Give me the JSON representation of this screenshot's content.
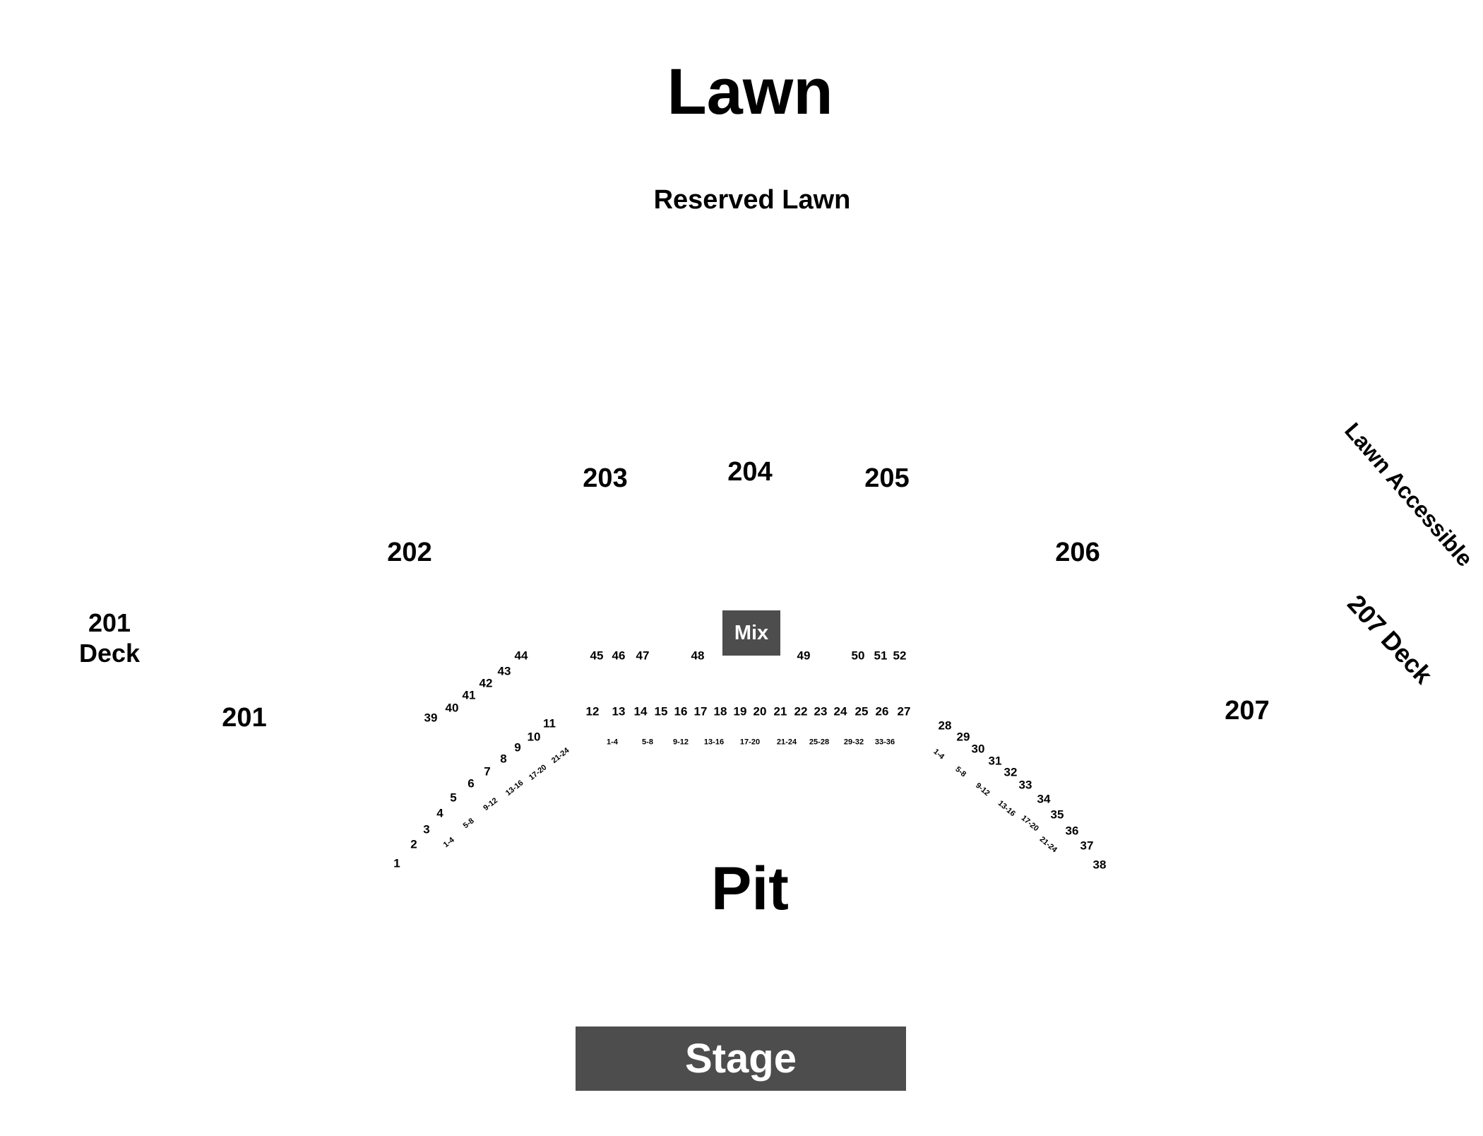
{
  "areas": {
    "lawn": "Lawn",
    "reserved_lawn": "Reserved Lawn",
    "pit": "Pit",
    "stage": "Stage",
    "mix": "Mix",
    "lawn_accessible": "Lawn Accessible",
    "deck_201_line1": "201",
    "deck_201_line2": "Deck",
    "deck_207": "207 Deck"
  },
  "sections": [
    "201",
    "202",
    "203",
    "204",
    "205",
    "206",
    "207"
  ],
  "rows_back": [
    "39",
    "40",
    "41",
    "42",
    "43",
    "44",
    "45",
    "46",
    "47",
    "48",
    "49",
    "50",
    "51",
    "52"
  ],
  "rows_front_left": [
    "1",
    "2",
    "3",
    "4",
    "5",
    "6",
    "7",
    "8",
    "9",
    "10",
    "11"
  ],
  "rows_front_center": [
    "12",
    "13",
    "14",
    "15",
    "16",
    "17",
    "18",
    "19",
    "20",
    "21",
    "22",
    "23",
    "24",
    "25",
    "26",
    "27"
  ],
  "rows_front_right": [
    "28",
    "29",
    "30",
    "31",
    "32",
    "33",
    "34",
    "35",
    "36",
    "37",
    "38"
  ],
  "seats_left": [
    "1-4",
    "5-8",
    "9-12",
    "13-16",
    "17-20",
    "21-24"
  ],
  "seats_center": [
    "1-4",
    "5-8",
    "9-12",
    "13-16",
    "17-20",
    "21-24",
    "25-28",
    "29-32",
    "33-36"
  ],
  "seats_right": [
    "1-4",
    "5-8",
    "9-12",
    "13-16",
    "17-20",
    "21-24"
  ]
}
